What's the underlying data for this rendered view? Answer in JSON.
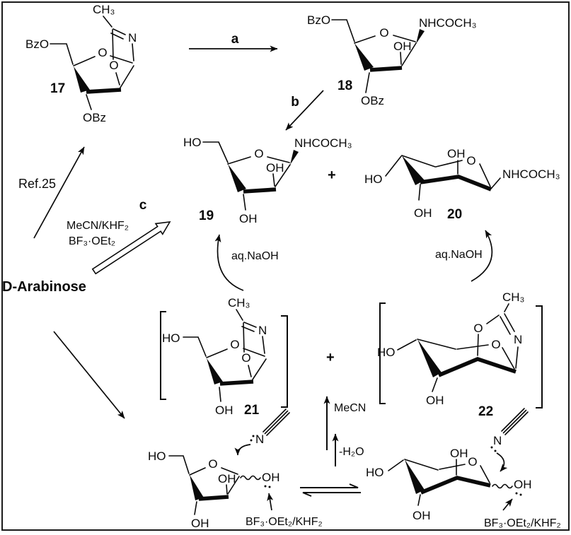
{
  "colors": {
    "ink": "#0a0a0a",
    "background": "#ffffff"
  },
  "c17": {
    "num": "17",
    "methyl": "CH₃",
    "n": "N",
    "ring_o": "O",
    "oxa_o": "O",
    "c5": "BzO",
    "c3": "OBz"
  },
  "c18": {
    "num": "18",
    "c5": "BzO",
    "ring_o": "O",
    "amide": "NHCOCH₃",
    "c2": "OH",
    "c3": "OBz"
  },
  "c19": {
    "num": "19",
    "c5": "HO",
    "ring_o": "O",
    "amide": "NHCOCH₃",
    "c2": "OH",
    "c3": "OH"
  },
  "c20": {
    "num": "20",
    "c4": "HO",
    "c2": "OH",
    "ring_o": "O",
    "amide": "NHCOCH₃",
    "c3": "OH"
  },
  "c21": {
    "num": "21",
    "methyl": "CH₃",
    "n": "N",
    "ring_o": "O",
    "oxa_o": "O",
    "c5": "HO",
    "c3": "OH"
  },
  "c22": {
    "num": "22",
    "methyl": "CH₃",
    "n": "N",
    "ring_o": "O",
    "oxa_o": "O",
    "c4": "HO",
    "c3": "OH"
  },
  "furanose_int": {
    "c5": "HO",
    "ring_o": "O",
    "c2": "OH",
    "anomeric": "OH",
    "c3": "OH",
    "nitrile_n": "N",
    "catalyst": "BF₃·OEt₂/KHF₂"
  },
  "pyranose_int": {
    "c4": "HO",
    "c2": "OH",
    "ring_o": "O",
    "anomeric": "OH",
    "c3": "OH",
    "nitrile_n": "N",
    "catalyst": "BF₃·OEt₂/KHF₂"
  },
  "steps": {
    "a": "a",
    "b": "b",
    "c": "c"
  },
  "reagents": {
    "ref": "Ref.25",
    "c_line1": "MeCN/KHF₂",
    "c_line2": "BF₃·OEt₂",
    "naoh_left": "aq.NaOH",
    "naoh_right": "aq.NaOH",
    "mecn": "MeCN",
    "dehydration": "-H₂O"
  },
  "misc": {
    "start_material": "D-Arabinose",
    "plus_products": "+",
    "plus_intermediates": "+"
  }
}
